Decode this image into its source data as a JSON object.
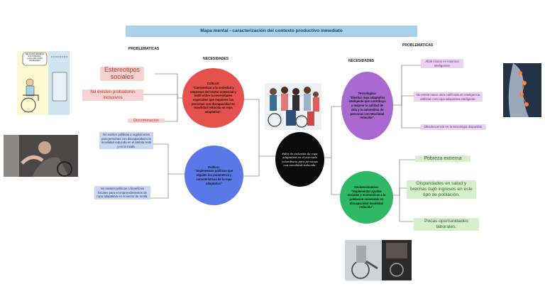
{
  "title": "Mapa mental - caracterización del contexto productivo inmediato",
  "headers": {
    "problematicas_left": "PROBLEMATICAS",
    "necesidades_left": "NECESIDADES",
    "necesidades_right": "NECESIDADES",
    "problematicas_right": "PROBLEMATICAS"
  },
  "center": {
    "text": "Falta de inclusión de ropa adaptativa en el mercado colombiano para personas con movilidad reducida."
  },
  "nodes": {
    "cultural": "Cultural:\n\"Concientizar a la sociedad y empresas del sector comercial y textil sobre la necesidades especiales que requieren las personas con discapacidad en movilidad reducida en ropa adaptativa\".",
    "politico": "Politico:\n\"Implementar políticas que regulen los parametros y caracteristicas de la ropa adaptativa\"",
    "tecnologico": "Tecnologico:\n\"Diseñar ropa adaptativa inteligente que contribuya a mejorar la calidad de vida y la autoestima de personas con Movilidad reducida\".",
    "socioeconomico": "Socioeconomico:\n\"Implementar ayudas sociales y economicas a la población vulnerable en discapacidad movilidad reducida\"."
  },
  "problems_left_cultural": [
    "Estereotipos sociales",
    "No existen probadores inclusivos",
    "Discriminación"
  ],
  "problems_left_politico": [
    "No existen politicas o regulaciones para personas con discapacidad con movilidad reducida en el ámbito textil y en la moda.",
    "No existen políticas o beneficios fiscales para el emprendimientos de ropa adaptativa en el sector de moda."
  ],
  "problems_right_tecnologico": [
    "Altos costos en insumos inteligentes",
    "No existe mano obra calificada en inteligencia artificial o en ropa adaptativa inteligente.",
    "Obsolescencia en la tecnologia disponible."
  ],
  "problems_right_socioeconomico": [
    "Pobreza extrema",
    "Disparidades en salud y brechas bajo ingresos en este tipo de población.",
    "Pocas oportunidades laborales."
  ],
  "comic_text": "ME GUSTÓ PROBAR ESTA PRENDA, ¿HALLARÁ COMO PROBARME?",
  "colors": {
    "cultural": "#e5514d",
    "politico": "#5b78e8",
    "tecnologico": "#a86ad0",
    "socioeconomico": "#2fb866",
    "center": "#0a0a0a",
    "title_bar": "#a9d2ea"
  }
}
